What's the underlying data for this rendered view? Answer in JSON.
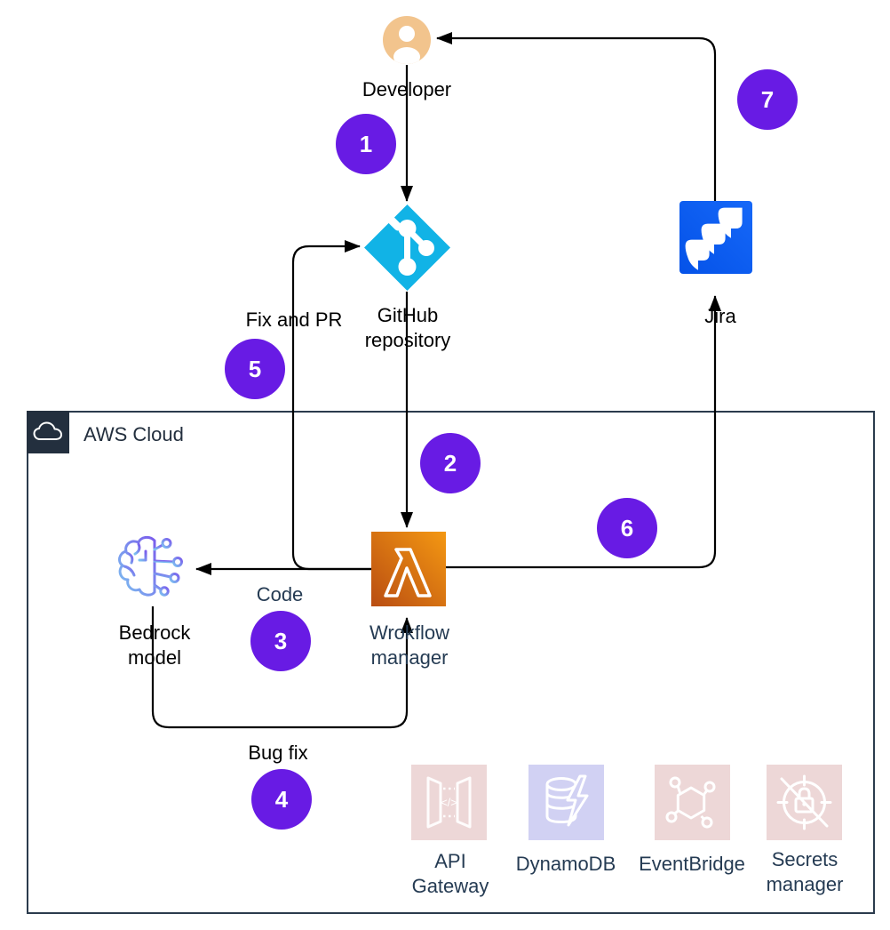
{
  "diagram": {
    "container": {
      "label": "AWS Cloud"
    },
    "nodes": {
      "developer": {
        "lines": [
          "Developer"
        ]
      },
      "github": {
        "lines": [
          "GitHub",
          "repository"
        ]
      },
      "jira": {
        "lines": [
          "Jira"
        ]
      },
      "bedrock": {
        "lines": [
          "Bedrock",
          "model"
        ]
      },
      "workflow_manager": {
        "lines": [
          "Wrokflow",
          "manager"
        ]
      },
      "api_gateway": {
        "lines": [
          "API",
          "Gateway"
        ]
      },
      "dynamodb": {
        "lines": [
          "DynamoDB"
        ]
      },
      "eventbridge": {
        "lines": [
          "EventBridge"
        ]
      },
      "secrets_manager": {
        "lines": [
          "Secrets",
          "manager"
        ]
      }
    },
    "edge_labels": {
      "fix_and_pr": "Fix and PR",
      "code": "Code",
      "bug_fix": "Bug fix"
    },
    "steps": [
      "1",
      "2",
      "3",
      "4",
      "5",
      "6",
      "7"
    ],
    "colors": {
      "step_badge": "#681BE4",
      "git_cyan": "#11B3E6",
      "jira_blue": "#0560F0",
      "lambda_orange_dark": "#B94D12",
      "lambda_orange_light": "#F49812",
      "developer_tan": "#F2C48D",
      "aws_dark": "#232F3E",
      "faded_pink": "#EDD7D7",
      "faded_lavender": "#D1D1F3",
      "edge_black": "#000000"
    }
  }
}
